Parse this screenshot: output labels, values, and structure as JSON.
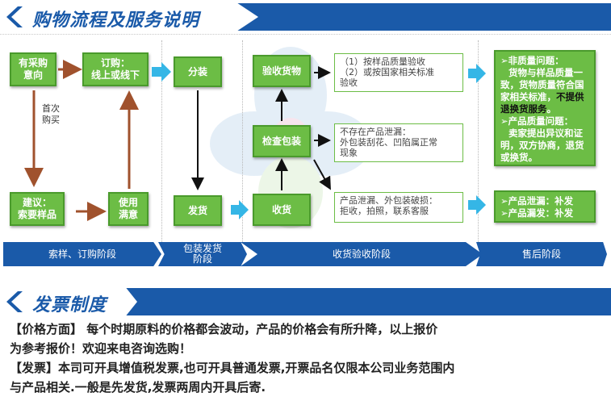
{
  "header1": {
    "title": "购物流程及服务说明"
  },
  "flow": {
    "boxes": {
      "purchase_intent": "有采购\n意向",
      "order": "订购：\n线上或线下",
      "sample_request": "建议：\n索要样品",
      "satisfied": "使用\n满意",
      "packing": "分装",
      "shipping": "发货",
      "inspect_goods": "验收货物",
      "check_package": "检查包装",
      "receive": "收货"
    },
    "first_purchase_label": "首次\n购买",
    "text_boxes": {
      "inspection_methods": [
        "（1）按样品质量验收",
        "（2）或按国家相关标准",
        "验收"
      ],
      "no_leak": [
        "不存在产品泄漏：",
        "外包装刮花、凹陷属正常",
        "现象"
      ],
      "leak": [
        "产品泄漏、外包装破损：",
        "拒收，拍照，联系客服"
      ]
    },
    "after_sales_notes": {
      "non_quality_title": "➢非质量问题：",
      "non_quality_body": "货物与样品质量一致，货物质量符合国家相关标准，",
      "non_quality_black": "不提供退换货服务",
      "non_quality_end": "。",
      "quality_title": "➢产品质量问题：",
      "quality_body": "卖家提出异议和证明，双方协商，退货或换货。"
    },
    "leak_notes": [
      "➢产品泄漏：补发",
      "➢产品漏发：补发"
    ]
  },
  "stages": [
    "索样、订购阶段",
    "包装发货\n阶段",
    "收货验收阶段",
    "售后阶段"
  ],
  "header2": {
    "title": "发票制度"
  },
  "invoice": {
    "lines": [
      "【价格方面】 每个时期原料的价格都会波动，产品的价格会有所升降，以上报价",
      "为参考报价！欢迎来电咨询选购！",
      "【发票】本司可开具增值税发票,也可开具普通发票,开票品名仅限本公司业务范围内",
      "与产品相关.一般是先发货,发票两周内开具后寄."
    ]
  },
  "colors": {
    "brand_blue": "#1a5aa9",
    "green": "#6cbd45",
    "arrow_cyan": "#35b6e6",
    "arrow_brown": "#a0522d"
  }
}
